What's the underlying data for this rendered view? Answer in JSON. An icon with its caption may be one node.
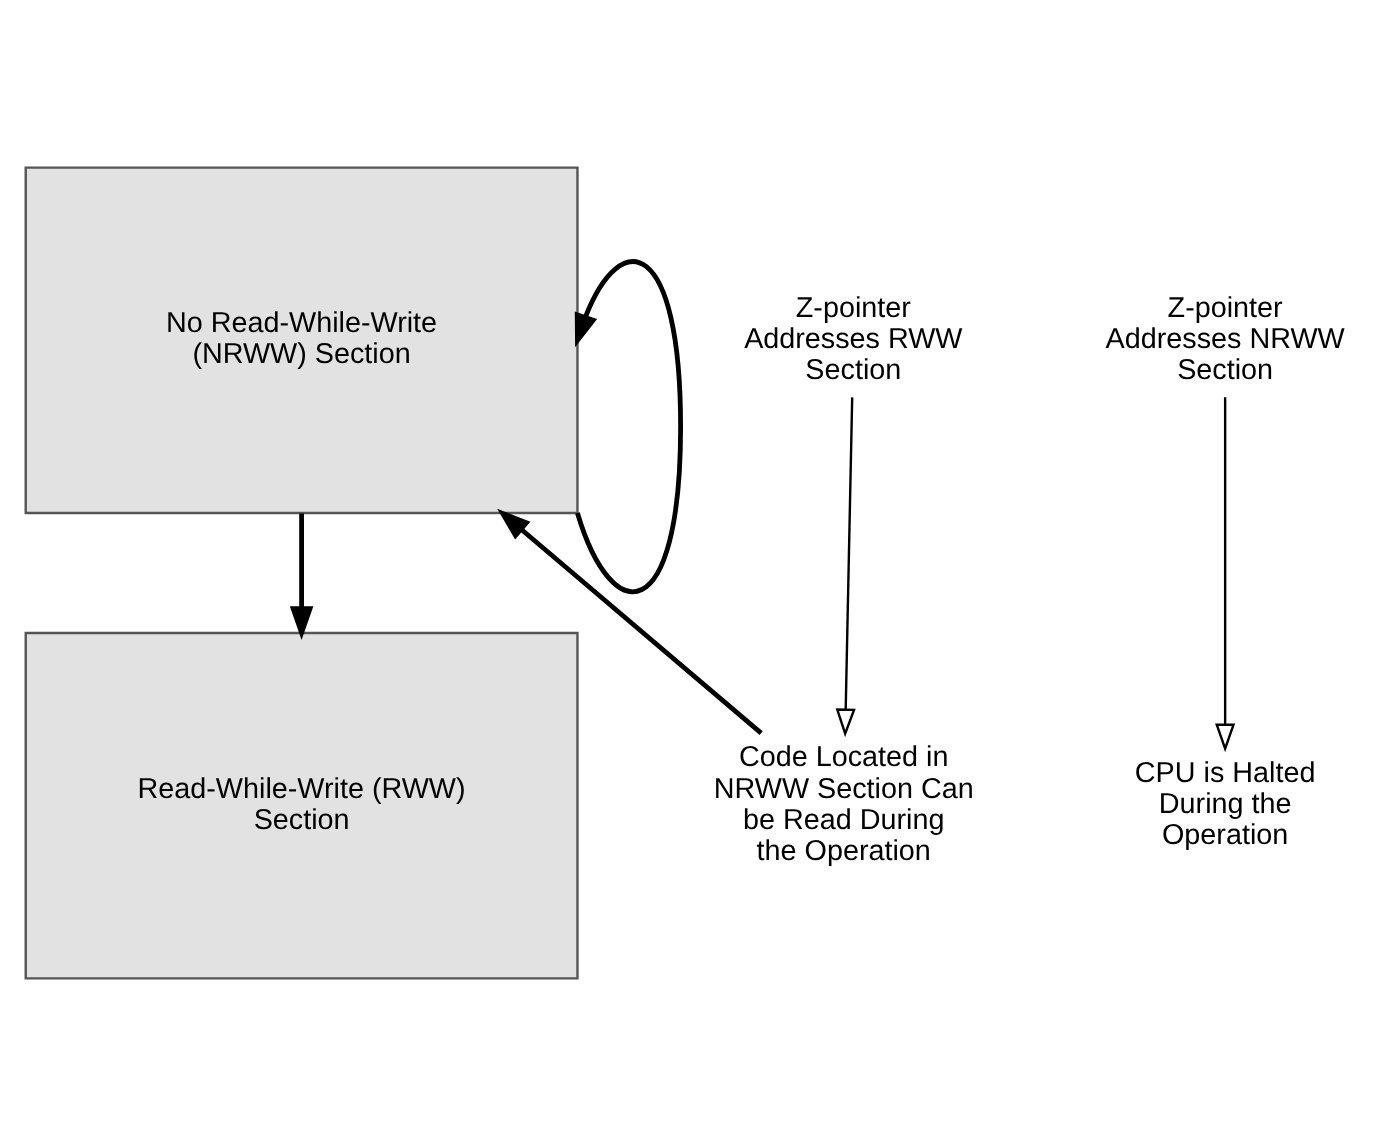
{
  "diagram": {
    "nodes": [
      {
        "text": [
          "Read-While-Write (RWW) Section"
        ]
      },
      {
        "text": [
          "No Read-While-Write (NRWW) Section"
        ]
      },
      {
        "text": [
          "Z-pointer Addresses RWW Section"
        ]
      },
      {
        "text": [
          "Code Located in NRWW Section Can be Read During the Operation"
        ]
      },
      {
        "text": [
          "Z-pointer Addresses NRWW Section"
        ]
      },
      {
        "text": [
          "CPU is Halted During the Operation"
        ]
      }
    ],
    "edges": [
      {
        "from": 1,
        "to": 0,
        "arrow": "to"
      },
      {
        "from": 1,
        "to": 1,
        "arrow": "to"
      },
      {
        "from": 3,
        "to": 1,
        "arrow": "to"
      },
      {
        "from": 2,
        "to": 3,
        "arrow": "to"
      },
      {
        "from": 4,
        "to": 5,
        "arrow": "to"
      }
    ]
  }
}
